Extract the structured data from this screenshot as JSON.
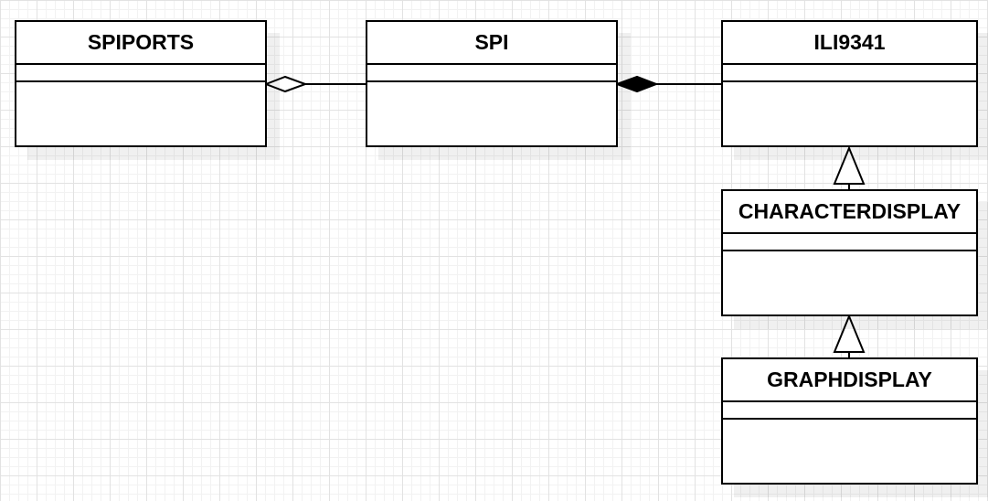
{
  "classes": [
    {
      "id": "spiports",
      "name": "SPIPORTS"
    },
    {
      "id": "spi",
      "name": "SPI"
    },
    {
      "id": "ili9341",
      "name": "ILI9341"
    },
    {
      "id": "characterdisplay",
      "name": "CHARACTERDISPLAY"
    },
    {
      "id": "graphdisplay",
      "name": "GRAPHDISPLAY"
    }
  ],
  "relations": [
    {
      "type": "aggregation",
      "whole": "spiports",
      "part": "spi"
    },
    {
      "type": "composition",
      "whole": "spi",
      "part": "ili9341"
    },
    {
      "type": "generalization",
      "parent": "ili9341",
      "child": "characterdisplay"
    },
    {
      "type": "generalization",
      "parent": "characterdisplay",
      "child": "graphdisplay"
    }
  ]
}
